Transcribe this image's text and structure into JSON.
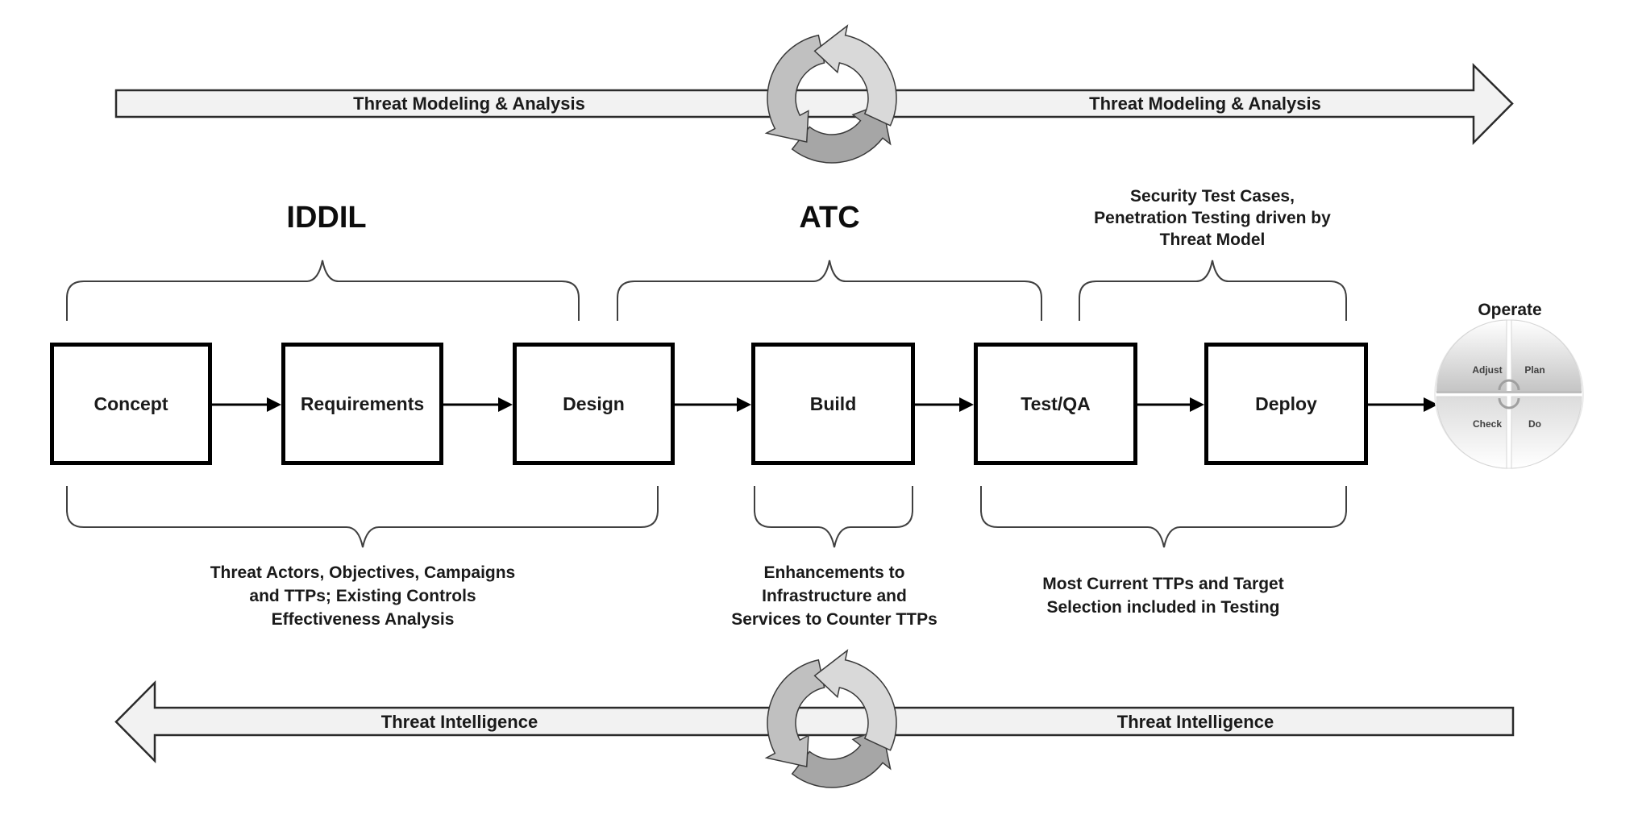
{
  "top_band": {
    "label_left": "Threat Modeling & Analysis",
    "label_right": "Threat Modeling & Analysis",
    "direction": "right",
    "cycle_icon": "circular-arrows-icon"
  },
  "bottom_band": {
    "label_left": "Threat Intelligence",
    "label_right": "Threat Intelligence",
    "direction": "left",
    "cycle_icon": "circular-arrows-icon"
  },
  "phase_groups": {
    "iddil": "IDDIL",
    "atc": "ATC",
    "testing_note": [
      "Security Test Cases,",
      "Penetration Testing driven by",
      "Threat Model"
    ]
  },
  "stages": [
    {
      "id": "concept",
      "label": "Concept"
    },
    {
      "id": "requirements",
      "label": "Requirements"
    },
    {
      "id": "design",
      "label": "Design"
    },
    {
      "id": "build",
      "label": "Build"
    },
    {
      "id": "test-qa",
      "label": "Test/QA"
    },
    {
      "id": "deploy",
      "label": "Deploy"
    }
  ],
  "operate": {
    "title": "Operate",
    "quadrants": [
      "Adjust",
      "Plan",
      "Check",
      "Do"
    ]
  },
  "notes_below": {
    "design_phase": [
      "Threat Actors, Objectives, Campaigns",
      "and TTPs; Existing Controls",
      "Effectiveness Analysis"
    ],
    "build_phase": [
      "Enhancements to",
      "Infrastructure and",
      "Services to Counter TTPs"
    ],
    "test_deploy_phase": [
      "Most Current TTPs and Target",
      "Selection included in Testing"
    ]
  },
  "colors": {
    "band_fill": "#f2f2f2",
    "cycle_light": "#d9d9d9",
    "cycle_mid": "#c0c0c0",
    "cycle_dark": "#a6a6a6",
    "box_stroke": "#000000"
  }
}
